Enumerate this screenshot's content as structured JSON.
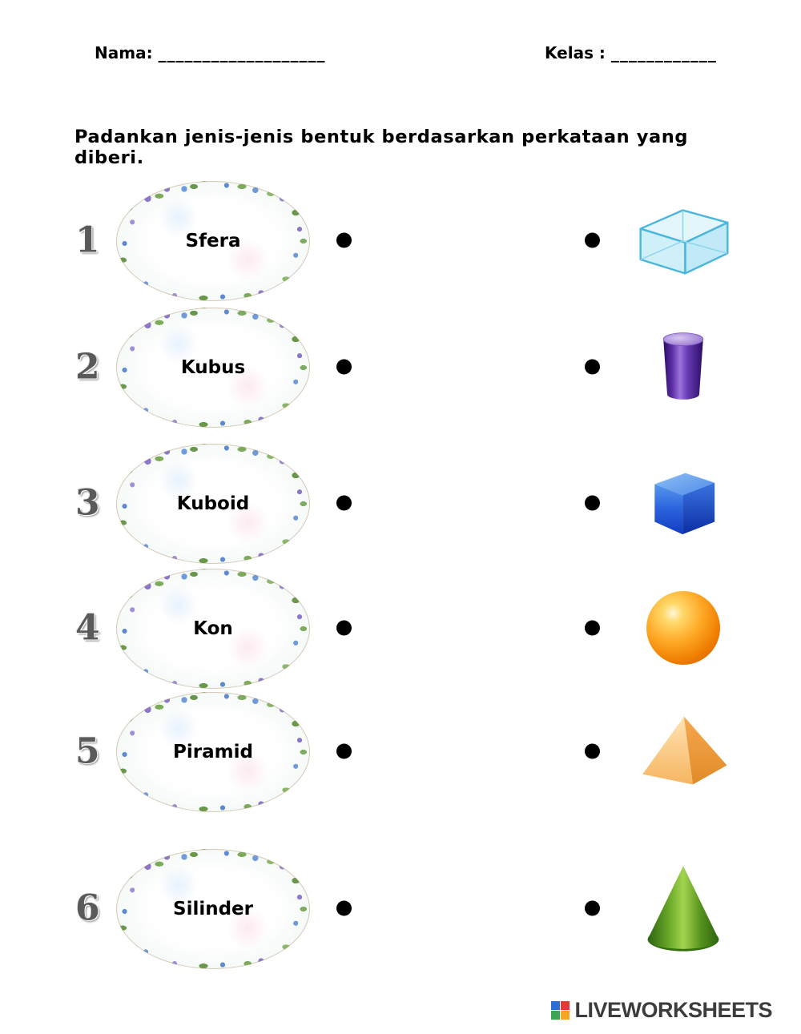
{
  "header": {
    "nama_label": "Nama:",
    "nama_line": "___________________",
    "kelas_label": "Kelas :",
    "kelas_line": "____________"
  },
  "instruction": "Padankan jenis-jenis bentuk berdasarkan perkataan yang diberi.",
  "rows": [
    {
      "number": "1",
      "label": "Sfera",
      "shape": "transparent-glass-cuboid",
      "shape_color": "#bfe8f6"
    },
    {
      "number": "2",
      "label": "Kubus",
      "shape": "purple-cylinder",
      "shape_color": "#5b2d91"
    },
    {
      "number": "3",
      "label": "Kuboid",
      "shape": "blue-cube",
      "shape_color": "#2255d4"
    },
    {
      "number": "4",
      "label": "Kon",
      "shape": "orange-sphere",
      "shape_color": "#f08000"
    },
    {
      "number": "5",
      "label": "Piramid",
      "shape": "orange-pyramid",
      "shape_color": "#f5a94e"
    },
    {
      "number": "6",
      "label": "Silinder",
      "shape": "green-cone",
      "shape_color": "#5a9e1e"
    }
  ],
  "footer": {
    "brand": "LIVEWORKSHEETS",
    "logo_colors": [
      "#2b6fd4",
      "#e03c31",
      "#3aa655",
      "#f5a623"
    ]
  }
}
